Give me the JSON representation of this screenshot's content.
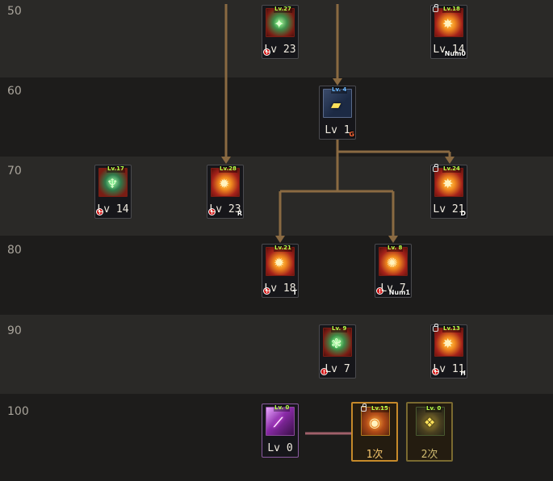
{
  "rows": [
    {
      "level": "50"
    },
    {
      "level": "60"
    },
    {
      "level": "70"
    },
    {
      "level": "80"
    },
    {
      "level": "90"
    },
    {
      "level": "100"
    }
  ],
  "colors": {
    "connector": "#8a6a42",
    "connector_pink": "#a0606a"
  },
  "skills": [
    {
      "id": "s50a",
      "lv_label": "Lv 23",
      "badge": "Lv.27",
      "icon": "green-shuriken-icon"
    },
    {
      "id": "s50b",
      "lv_label": "Lv 14",
      "badge": "Lv.18",
      "key": "Num0",
      "icon": "explosion-icon"
    },
    {
      "id": "s60",
      "lv_label": "Lv 1",
      "badge": "Lv. 4",
      "key": "G",
      "icon": "golden-cannon-icon"
    },
    {
      "id": "s70a",
      "lv_label": "Lv 14",
      "badge": "Lv.17",
      "icon": "winged-emblem-icon"
    },
    {
      "id": "s70b",
      "lv_label": "Lv 23",
      "badge": "Lv.28",
      "key": "R",
      "icon": "fire-burst-icon"
    },
    {
      "id": "s70c",
      "lv_label": "Lv 21",
      "badge": "Lv.24",
      "key": "D",
      "icon": "explosion-icon"
    },
    {
      "id": "s80a",
      "lv_label": "Lv 18",
      "badge": "Lv.21",
      "key": "T",
      "icon": "fire-burst-icon"
    },
    {
      "id": "s80b",
      "lv_label": "Lv 7",
      "badge": "Lv. 8",
      "key": "Num1",
      "icon": "flame-icon"
    },
    {
      "id": "s90a",
      "lv_label": "Lv 7",
      "badge": "Lv. 9",
      "icon": "green-spirit-icon"
    },
    {
      "id": "s90b",
      "lv_label": "Lv 11",
      "badge": "Lv.13",
      "key": "H",
      "icon": "explosion-icon"
    },
    {
      "id": "s100a",
      "lv_label": "Lv 0",
      "badge": "Lv. 0",
      "icon": "purple-slash-icon"
    },
    {
      "id": "s100b",
      "lv_label": "1次",
      "badge": "Lv.15",
      "icon": "awakening-orb-icon"
    },
    {
      "id": "s100c",
      "lv_label": "2次",
      "badge": "Lv. 0",
      "icon": "awakening-shadow-icon"
    }
  ]
}
